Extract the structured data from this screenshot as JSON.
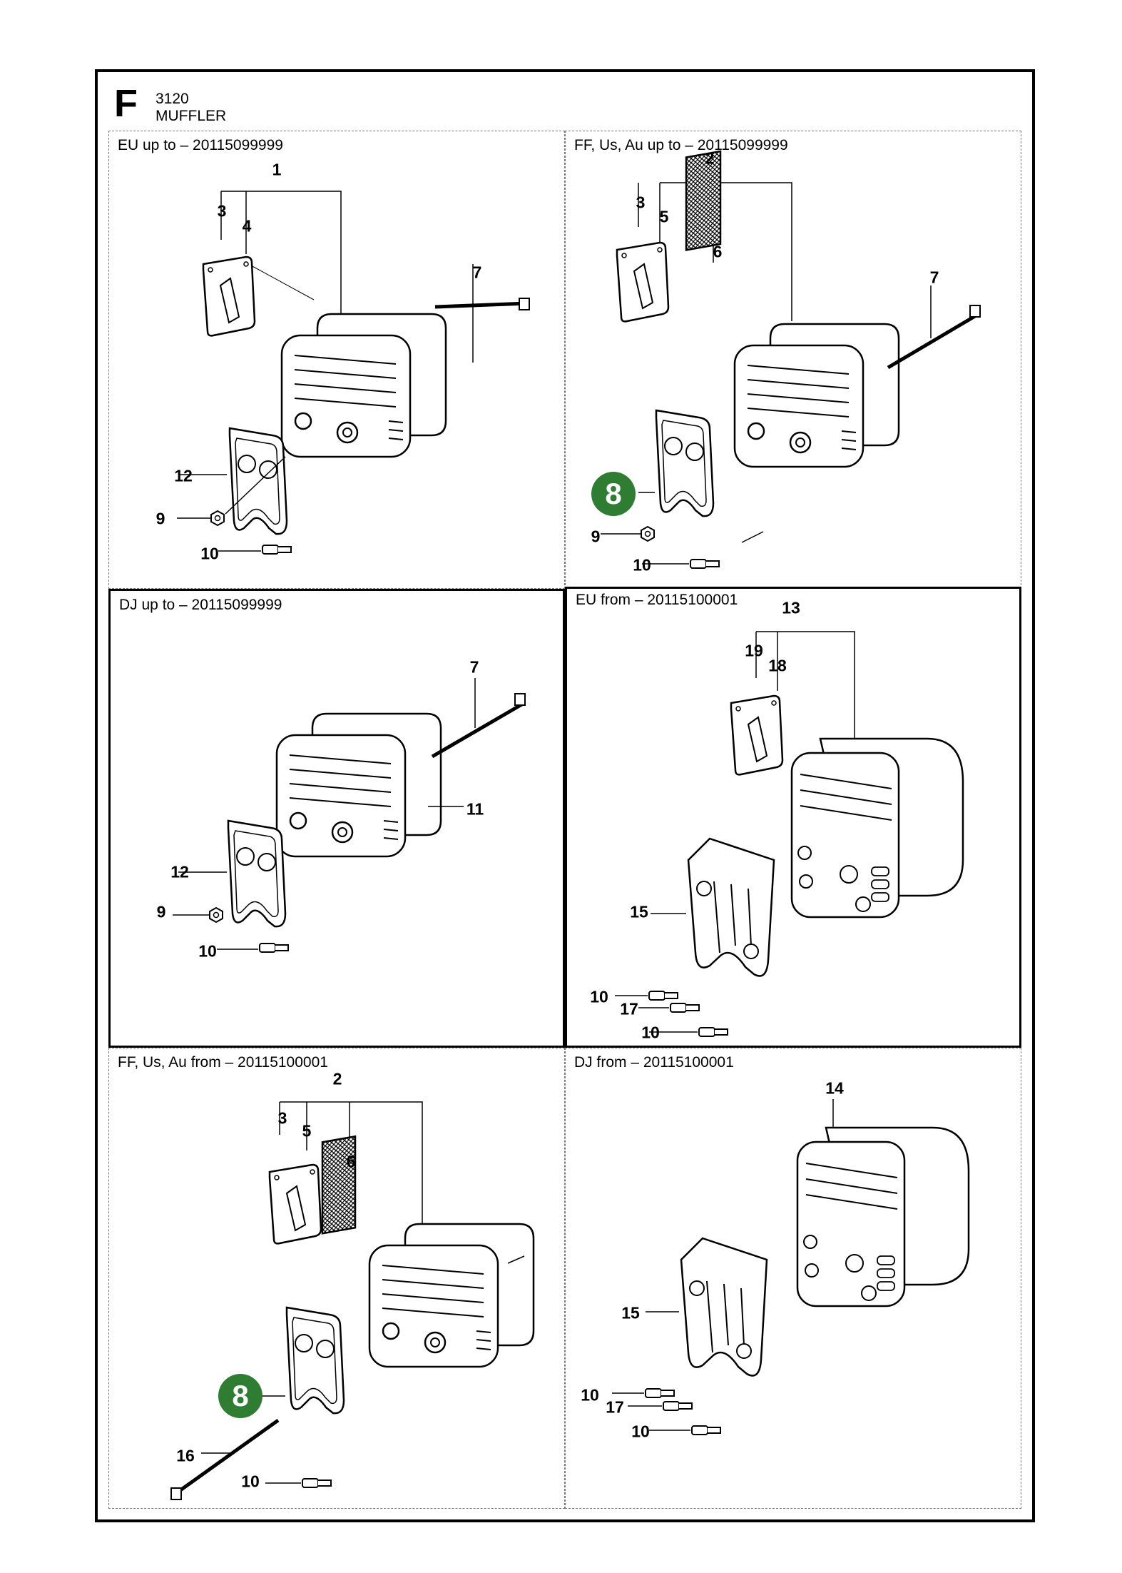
{
  "header": {
    "section_letter": "F",
    "section_number": "3120",
    "section_name": "MUFFLER"
  },
  "colors": {
    "frame": "#000000",
    "badge": "#2e7d32",
    "badge_text": "#ffffff",
    "divider": "#777777"
  },
  "panels": [
    {
      "title": "EU up to – 20115099999",
      "labels": [
        "1",
        "3",
        "4",
        "7",
        "12",
        "9",
        "10"
      ]
    },
    {
      "title": "FF, Us, Au up to – 20115099999",
      "labels": [
        "2",
        "3",
        "5",
        "6",
        "7",
        "8",
        "9",
        "10"
      ]
    },
    {
      "title": "DJ up to – 20115099999",
      "labels": [
        "7",
        "11",
        "12",
        "9",
        "10"
      ]
    },
    {
      "title": "EU from – 20115100001",
      "labels": [
        "13",
        "19",
        "18",
        "15",
        "10",
        "17",
        "10"
      ]
    },
    {
      "title": "FF, Us, Au from – 20115100001",
      "labels": [
        "2",
        "3",
        "5",
        "6",
        "8",
        "16",
        "10"
      ]
    },
    {
      "title": "DJ from – 20115100001",
      "labels": [
        "14",
        "15",
        "10",
        "17",
        "10"
      ]
    }
  ]
}
